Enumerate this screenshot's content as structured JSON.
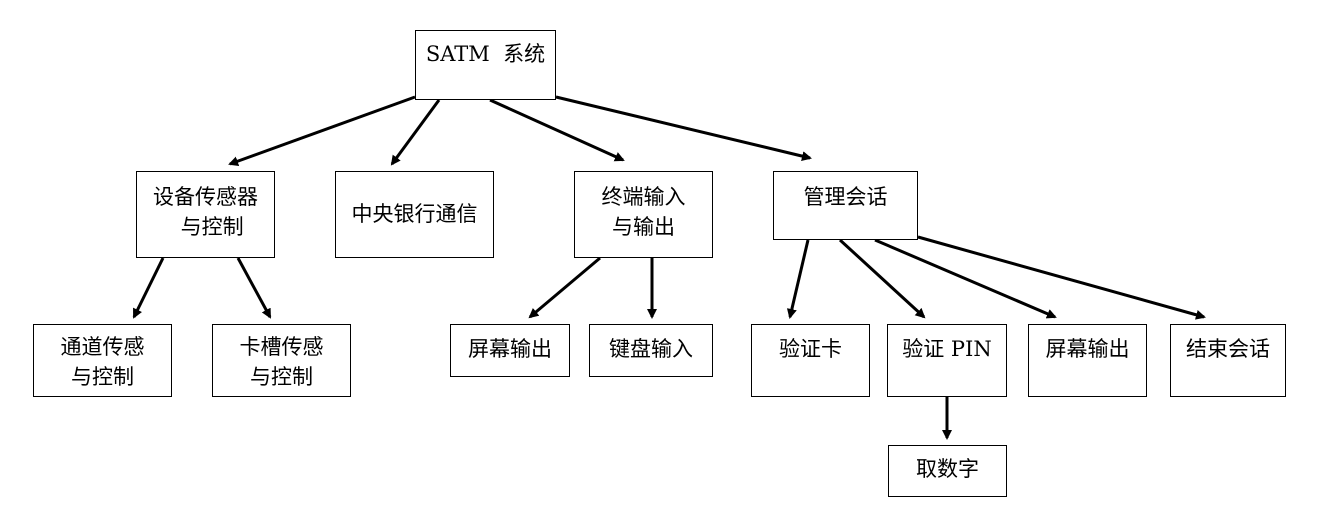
{
  "nodes": {
    "root": "SATM  系统",
    "device": "设备传感器\n  与控制",
    "bank": "中央银行通信",
    "terminal": "终端输入\n与输出",
    "session": "管理会话",
    "channel": "通道传感\n与控制",
    "slot": "卡槽传感\n与控制",
    "screen1": "屏幕输出",
    "keyboard": "键盘输入",
    "verifycard": "验证卡",
    "verifypin": "验证 PIN",
    "screen2": "屏幕输出",
    "endsession": "结束会话",
    "digits": "取数字"
  },
  "edges": [
    [
      "root",
      "device"
    ],
    [
      "root",
      "bank"
    ],
    [
      "root",
      "terminal"
    ],
    [
      "root",
      "session"
    ],
    [
      "device",
      "channel"
    ],
    [
      "device",
      "slot"
    ],
    [
      "terminal",
      "screen1"
    ],
    [
      "terminal",
      "keyboard"
    ],
    [
      "session",
      "verifycard"
    ],
    [
      "session",
      "verifypin"
    ],
    [
      "session",
      "screen2"
    ],
    [
      "session",
      "endsession"
    ],
    [
      "verifypin",
      "digits"
    ]
  ]
}
